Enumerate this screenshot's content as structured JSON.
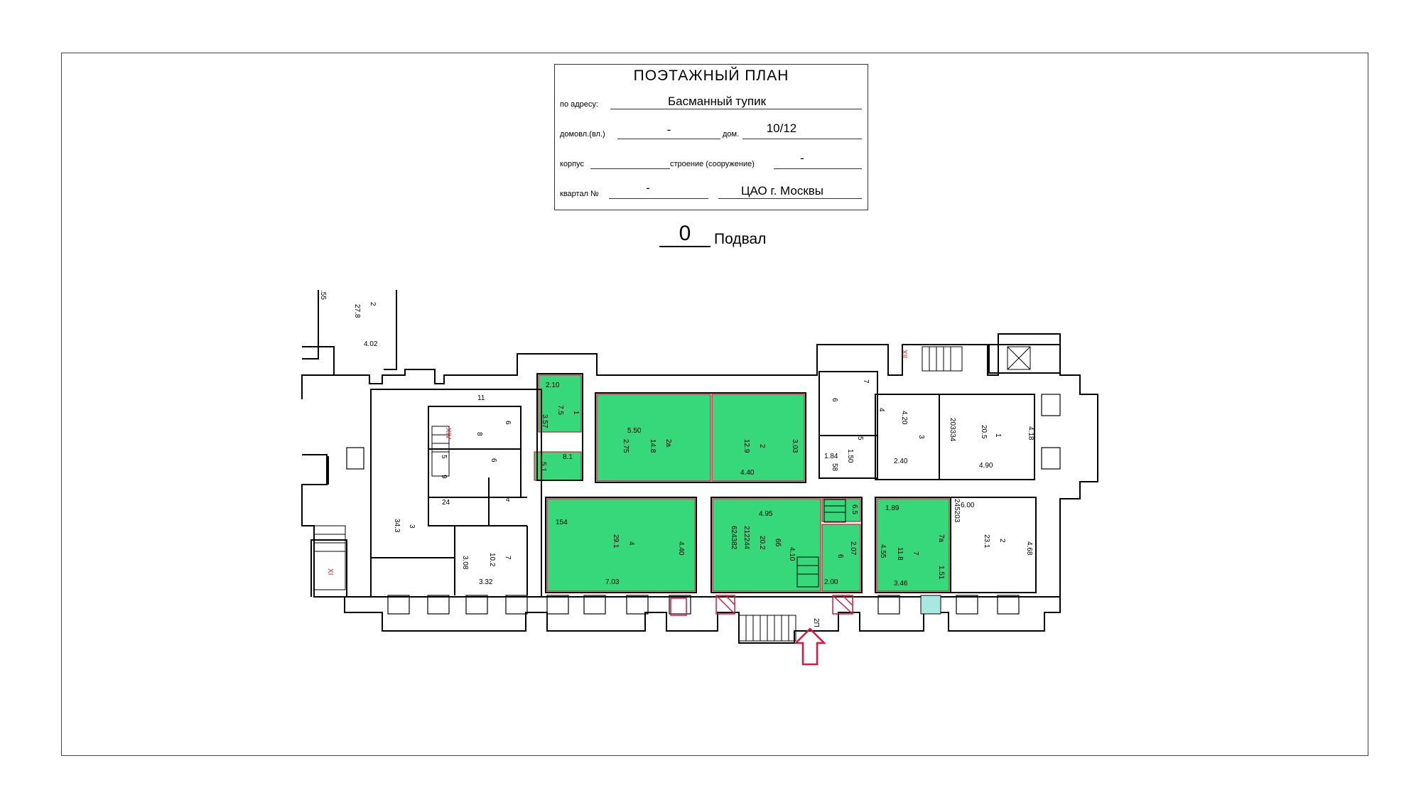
{
  "stamp": {
    "title": "ПОЭТАЖНЫЙ ПЛАН",
    "address_label": "по адресу:",
    "address_value": "Басманный тупик",
    "domovl_label": "домовл.(вл.)",
    "domovl_value": "-",
    "dom_label": "дом.",
    "dom_value": "10/12",
    "korpus_label": "корпус",
    "stroenie_label": "строение (сооружение)",
    "stroenie_value": "-",
    "kvartal_label": "квартал №",
    "kvartal_value": "-",
    "district_value": "ЦАО г. Москвы"
  },
  "floor": {
    "number": "0",
    "name": "Подвал"
  },
  "colors": {
    "highlight_fill": "#37d87a",
    "wall": "#000000",
    "accent": "#e0143c",
    "stair_teal": "#a8e8e0"
  },
  "rooms": [
    {
      "id": "room-top-2",
      "number": "2",
      "area": "27.8",
      "dims": [
        "4.02",
        ".55"
      ]
    },
    {
      "id": "room-3",
      "number": "3",
      "area": "34.3"
    },
    {
      "id": "room-7-left",
      "number": "7",
      "area": "10.2",
      "dims": [
        "3.08",
        "3.32"
      ]
    },
    {
      "id": "room-1-green",
      "number": "1",
      "area": "7.5",
      "dims": [
        "2.10",
        "3.57"
      ]
    },
    {
      "id": "room-2a",
      "number": "2а",
      "area": "14.8",
      "dims": [
        "5.50",
        "2.75"
      ]
    },
    {
      "id": "room-2-green",
      "number": "2",
      "area": "12.9",
      "dims": [
        "3.03",
        "4.40"
      ]
    },
    {
      "id": "room-4-green",
      "number": "4",
      "area": "29.1",
      "dims": [
        "4.40",
        "7.03"
      ]
    },
    {
      "id": "room-6b",
      "number": "6б",
      "area": "20.2",
      "dims": [
        "4.95",
        "4.10",
        "212244",
        "624382"
      ]
    },
    {
      "id": "room-6-green",
      "number": "6",
      "dims": [
        "2.07",
        "2.00",
        "6.5"
      ]
    },
    {
      "id": "room-7-green",
      "number": "7",
      "area": "11.8",
      "dims": [
        "1.89",
        "4.55",
        "3.46",
        "1.51",
        "7а"
      ]
    },
    {
      "id": "room-1-right",
      "number": "1",
      "area": "20.5",
      "dims": [
        "4.18",
        "4.90",
        "203334"
      ]
    },
    {
      "id": "room-2-right",
      "number": "2",
      "area": "23.1",
      "dims": [
        "6.00",
        "4.68",
        "245203"
      ]
    },
    {
      "id": "room-3-right",
      "number": "3",
      "dims": [
        "4.20",
        "2.40"
      ]
    },
    {
      "id": "room-5-right",
      "number": "5",
      "dims": [
        "1.84",
        "1.50",
        "58"
      ]
    },
    {
      "id": "room-6-right",
      "number": "6"
    },
    {
      "id": "room-4-right",
      "number": "4"
    },
    {
      "id": "room-7-wc",
      "number": "7"
    }
  ],
  "misc_labels": {
    "left_rooms": [
      "11",
      "6",
      "8",
      "6",
      "5",
      "9",
      "4",
      "24",
      "8.1",
      "5.1",
      "154"
    ],
    "roman": [
      "XIV",
      "XI",
      "XII"
    ],
    "entrance": "2П"
  }
}
